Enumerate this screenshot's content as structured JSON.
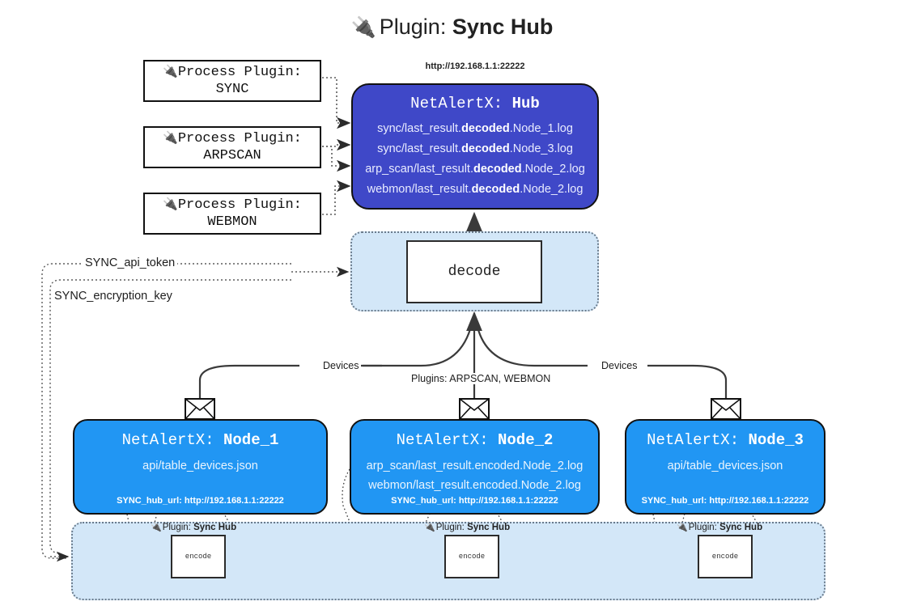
{
  "title": {
    "plug_icon": "plug-icon",
    "prefix": "Plugin: ",
    "name": "Sync Hub"
  },
  "process_plugins": [
    {
      "line1": "Process Plugin:",
      "name": "SYNC"
    },
    {
      "line1": "Process Plugin:",
      "name": "ARPSCAN"
    },
    {
      "line1": "Process Plugin:",
      "name": "WEBMON"
    }
  ],
  "hub": {
    "url": "http://192.168.1.1:22222",
    "title_prefix": "NetAlertX: ",
    "title_name": "Hub",
    "logs": [
      {
        "pre": "sync/last_result.",
        "mid": "decoded",
        "post": ".Node_1.log"
      },
      {
        "pre": "sync/last_result.",
        "mid": "decoded",
        "post": ".Node_3.log"
      },
      {
        "pre": "arp_scan/last_result.",
        "mid": "decoded",
        "post": ".Node_2.log"
      },
      {
        "pre": "webmon/last_result.",
        "mid": "decoded",
        "post": ".Node_2.log"
      }
    ]
  },
  "decode": {
    "label": "decode"
  },
  "secrets": {
    "api_token": "SYNC_api_token",
    "encryption_key": "SYNC_encryption_key"
  },
  "edges": {
    "devices_left": "Devices",
    "devices_right": "Devices",
    "plugins_mid": "Plugins: ARPSCAN, WEBMON"
  },
  "nodes": [
    {
      "title_prefix": "NetAlertX: ",
      "title_name": "Node_1",
      "lines": [
        "api/table_devices.json"
      ],
      "foot": "SYNC_hub_url: http://192.168.1.1:22222"
    },
    {
      "title_prefix": "NetAlertX: ",
      "title_name": "Node_2",
      "lines": [
        "arp_scan/last_result.encoded.Node_2.log",
        "webmon/last_result.encoded.Node_2.log"
      ],
      "foot": "SYNC_hub_url: http://192.168.1.1:22222"
    },
    {
      "title_prefix": "NetAlertX: ",
      "title_name": "Node_3",
      "lines": [
        "api/table_devices.json"
      ],
      "foot": "SYNC_hub_url: http://192.168.1.1:22222"
    }
  ],
  "encoders": [
    {
      "label_prefix": "Plugin: ",
      "label_name": "Sync Hub",
      "box": "encode"
    },
    {
      "label_prefix": "Plugin: ",
      "label_name": "Sync Hub",
      "box": "encode"
    },
    {
      "label_prefix": "Plugin: ",
      "label_name": "Sync Hub",
      "box": "encode"
    }
  ],
  "colors": {
    "hub_fill": "#3f48c8",
    "node_fill": "#2196f3",
    "group_fill": "#d3e7f8",
    "stroke": "#111111"
  }
}
